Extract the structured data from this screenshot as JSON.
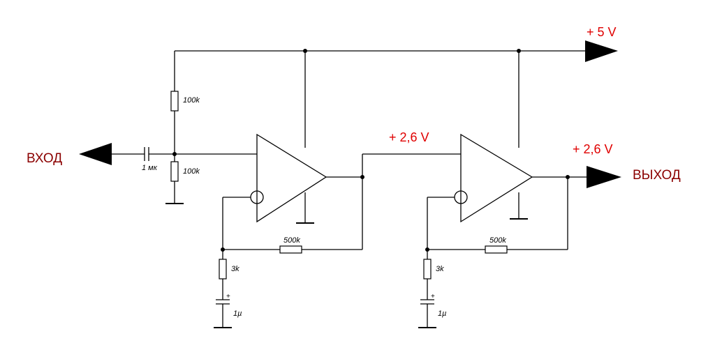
{
  "labels": {
    "supply_voltage": "+ 5 V",
    "mid_voltage": "+ 2,6 V",
    "out_voltage": "+ 2,6 V",
    "input_port": "ВХОД",
    "output_port": "ВЫХОД"
  },
  "components": {
    "r_top": "100k",
    "r_bottom": "100k",
    "c_in": "1 мк",
    "r_fb1": "500k",
    "r_g1": "3k",
    "c_g1": "1µ",
    "r_fb2": "500k",
    "r_g2": "3k",
    "c_g2": "1µ",
    "cap_plus": "+"
  }
}
